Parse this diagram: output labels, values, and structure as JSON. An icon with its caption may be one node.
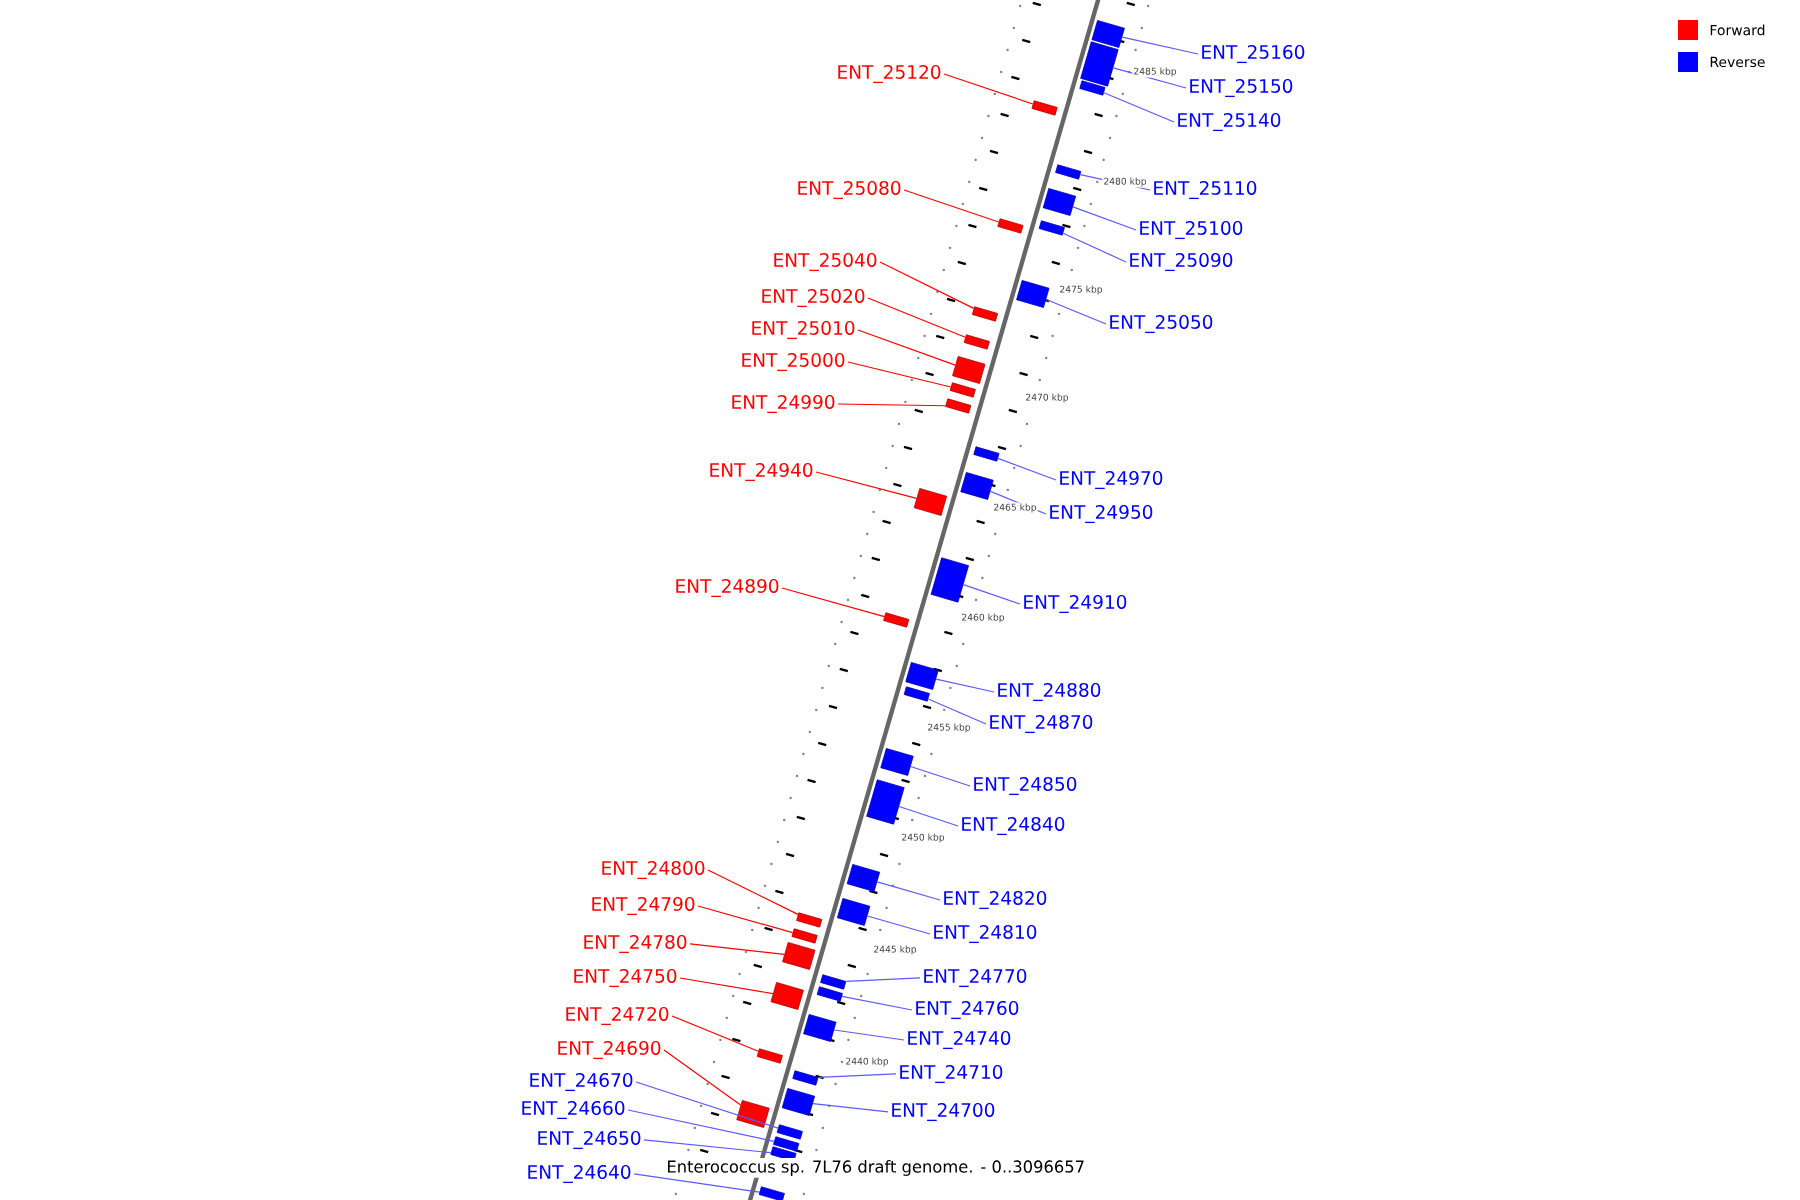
{
  "diagram": {
    "caption": "Enterococcus sp. 7L76 draft genome. - 0..3096657",
    "nodes": [
      {
        "text": [
          "ENT_25160"
        ]
      },
      {
        "text": [],
        "shape": "box"
      },
      {
        "text": [
          "ENT_25120"
        ]
      },
      {
        "text": [],
        "shape": "box"
      },
      {
        "text": [
          "ENT_25150"
        ]
      },
      {
        "text": [],
        "shape": "box"
      },
      {
        "text": [
          "ENT_25140"
        ]
      },
      {
        "text": [],
        "shape": "box"
      },
      {
        "text": [
          "ENT_25080"
        ]
      },
      {
        "text": [],
        "shape": "box"
      },
      {
        "text": [
          "ENT_25110"
        ]
      },
      {
        "text": [],
        "shape": "box"
      },
      {
        "text": [
          "ENT_25100"
        ]
      },
      {
        "text": [],
        "shape": "box"
      },
      {
        "text": [
          "ENT_25040"
        ]
      },
      {
        "text": [],
        "shape": "box"
      },
      {
        "text": [
          "ENT_25090"
        ]
      },
      {
        "text": [],
        "shape": "box"
      },
      {
        "text": [
          "ENT_25020"
        ]
      },
      {
        "text": [],
        "shape": "box"
      },
      {
        "text": [
          "ENT_25050"
        ]
      },
      {
        "text": [],
        "shape": "box"
      },
      {
        "text": [
          "ENT_25010"
        ]
      },
      {
        "text": [],
        "shape": "box"
      },
      {
        "text": [
          "ENT_25000"
        ]
      },
      {
        "text": [],
        "shape": "box"
      },
      {
        "text": [
          "ENT_24990"
        ]
      },
      {
        "text": [],
        "shape": "box"
      },
      {
        "text": [
          "ENT_24940"
        ]
      },
      {
        "text": [],
        "shape": "box"
      },
      {
        "text": [
          "ENT_24970"
        ]
      },
      {
        "text": [],
        "shape": "box"
      },
      {
        "text": [
          "ENT_24950"
        ]
      },
      {
        "text": [],
        "shape": "box"
      },
      {
        "text": [
          "ENT_24890"
        ]
      },
      {
        "text": [],
        "shape": "box"
      },
      {
        "text": [
          "ENT_24910"
        ]
      },
      {
        "text": [],
        "shape": "box"
      },
      {
        "text": [
          "ENT_24880"
        ]
      },
      {
        "text": [],
        "shape": "box"
      },
      {
        "text": [
          "ENT_24870"
        ]
      },
      {
        "text": [],
        "shape": "box"
      },
      {
        "text": [
          "ENT_24850"
        ]
      },
      {
        "text": [],
        "shape": "box"
      },
      {
        "text": [
          "ENT_24840"
        ]
      },
      {
        "text": [],
        "shape": "box"
      },
      {
        "text": [
          "ENT_24800"
        ]
      },
      {
        "text": [],
        "shape": "box"
      },
      {
        "text": [
          "ENT_24820"
        ]
      },
      {
        "text": [],
        "shape": "box"
      },
      {
        "text": [
          "ENT_24790"
        ]
      },
      {
        "text": [],
        "shape": "box"
      },
      {
        "text": [
          "ENT_24810"
        ]
      },
      {
        "text": [],
        "shape": "box"
      },
      {
        "text": [
          "ENT_24780"
        ]
      },
      {
        "text": [],
        "shape": "box"
      },
      {
        "text": [
          "ENT_24750"
        ]
      },
      {
        "text": [],
        "shape": "box"
      },
      {
        "text": [
          "ENT_24770"
        ]
      },
      {
        "text": [],
        "shape": "box"
      },
      {
        "text": [
          "ENT_24760"
        ]
      },
      {
        "text": [],
        "shape": "box"
      },
      {
        "text": [
          "ENT_24720"
        ]
      },
      {
        "text": [],
        "shape": "box"
      },
      {
        "text": [
          "ENT_24740"
        ]
      },
      {
        "text": [],
        "shape": "box"
      },
      {
        "text": [
          "ENT_24690"
        ]
      },
      {
        "text": [],
        "shape": "box"
      },
      {
        "text": [
          "ENT_24710"
        ]
      },
      {
        "text": [],
        "shape": "box"
      },
      {
        "text": [
          "ENT_24670"
        ]
      },
      {
        "text": [],
        "shape": "box"
      },
      {
        "text": [
          "ENT_24660"
        ]
      },
      {
        "text": [],
        "shape": "box"
      },
      {
        "text": [
          "ENT_24700"
        ]
      },
      {
        "text": [],
        "shape": "box"
      },
      {
        "text": [
          "ENT_24650"
        ]
      },
      {
        "text": [],
        "shape": "box"
      },
      {
        "text": [
          "ENT_24640"
        ]
      },
      {
        "text": [],
        "shape": "box"
      }
    ],
    "edges": [
      {
        "from": 0,
        "to": 1,
        "arrow": "none"
      },
      {
        "from": 2,
        "to": 3,
        "arrow": "none",
        "color": "#ff0000"
      },
      {
        "from": 4,
        "to": 5,
        "arrow": "none"
      },
      {
        "from": 6,
        "to": 7,
        "arrow": "none"
      },
      {
        "from": 8,
        "to": 9,
        "arrow": "none",
        "color": "#ff0000"
      },
      {
        "from": 10,
        "to": 11,
        "arrow": "none"
      },
      {
        "from": 12,
        "to": 13,
        "arrow": "none"
      },
      {
        "from": 14,
        "to": 15,
        "arrow": "none",
        "color": "#ff0000"
      },
      {
        "from": 16,
        "to": 17,
        "arrow": "none"
      },
      {
        "from": 18,
        "to": 19,
        "arrow": "none",
        "color": "#ff0000"
      },
      {
        "from": 20,
        "to": 21,
        "arrow": "none"
      },
      {
        "from": 22,
        "to": 23,
        "arrow": "none",
        "color": "#ff0000"
      },
      {
        "from": 24,
        "to": 25,
        "arrow": "none",
        "color": "#ff0000"
      },
      {
        "from": 26,
        "to": 27,
        "arrow": "none",
        "color": "#ff0000"
      },
      {
        "from": 28,
        "to": 29,
        "arrow": "none",
        "color": "#ff0000"
      },
      {
        "from": 30,
        "to": 31,
        "arrow": "none"
      },
      {
        "from": 32,
        "to": 33,
        "arrow": "none"
      },
      {
        "from": 34,
        "to": 35,
        "arrow": "none",
        "color": "#ff0000"
      },
      {
        "from": 36,
        "to": 37,
        "arrow": "none"
      },
      {
        "from": 38,
        "to": 39,
        "arrow": "none"
      },
      {
        "from": 40,
        "to": 41,
        "arrow": "none"
      },
      {
        "from": 42,
        "to": 43,
        "arrow": "none"
      },
      {
        "from": 44,
        "to": 45,
        "arrow": "none"
      },
      {
        "from": 46,
        "to": 47,
        "arrow": "none",
        "color": "#ff0000"
      },
      {
        "from": 48,
        "to": 49,
        "arrow": "none"
      },
      {
        "from": 50,
        "to": 51,
        "arrow": "none",
        "color": "#ff0000"
      },
      {
        "from": 52,
        "to": 53,
        "arrow": "none"
      },
      {
        "from": 54,
        "to": 55,
        "arrow": "none",
        "color": "#ff0000"
      },
      {
        "from": 56,
        "to": 57,
        "arrow": "none",
        "color": "#ff0000"
      },
      {
        "from": 58,
        "to": 59,
        "arrow": "none"
      },
      {
        "from": 60,
        "to": 61,
        "arrow": "none"
      },
      {
        "from": 62,
        "to": 63,
        "arrow": "none",
        "color": "#ff0000"
      },
      {
        "from": 64,
        "to": 65,
        "arrow": "none"
      },
      {
        "from": 66,
        "to": 67,
        "arrow": "none",
        "color": "#ff0000"
      },
      {
        "from": 68,
        "to": 69,
        "arrow": "none"
      },
      {
        "from": 70,
        "to": 71,
        "arrow": "none"
      },
      {
        "from": 72,
        "to": 73,
        "arrow": "none"
      },
      {
        "from": 74,
        "to": 75,
        "arrow": "none"
      },
      {
        "from": 76,
        "to": 77,
        "arrow": "none"
      },
      {
        "from": 78,
        "to": 79,
        "arrow": "none"
      }
    ],
    "labels": [
      "2485 kbp",
      "2480 kbp",
      "2475 kbp",
      "2470 kbp",
      "2465 kbp",
      "2460 kbp",
      "2455 kbp",
      "2450 kbp",
      "2445 kbp",
      "2440 kbp"
    ],
    "legend": [
      {
        "text": "Forward",
        "color": "#ff0000"
      },
      {
        "text": "Reverse",
        "color": "#0000ff"
      }
    ]
  }
}
